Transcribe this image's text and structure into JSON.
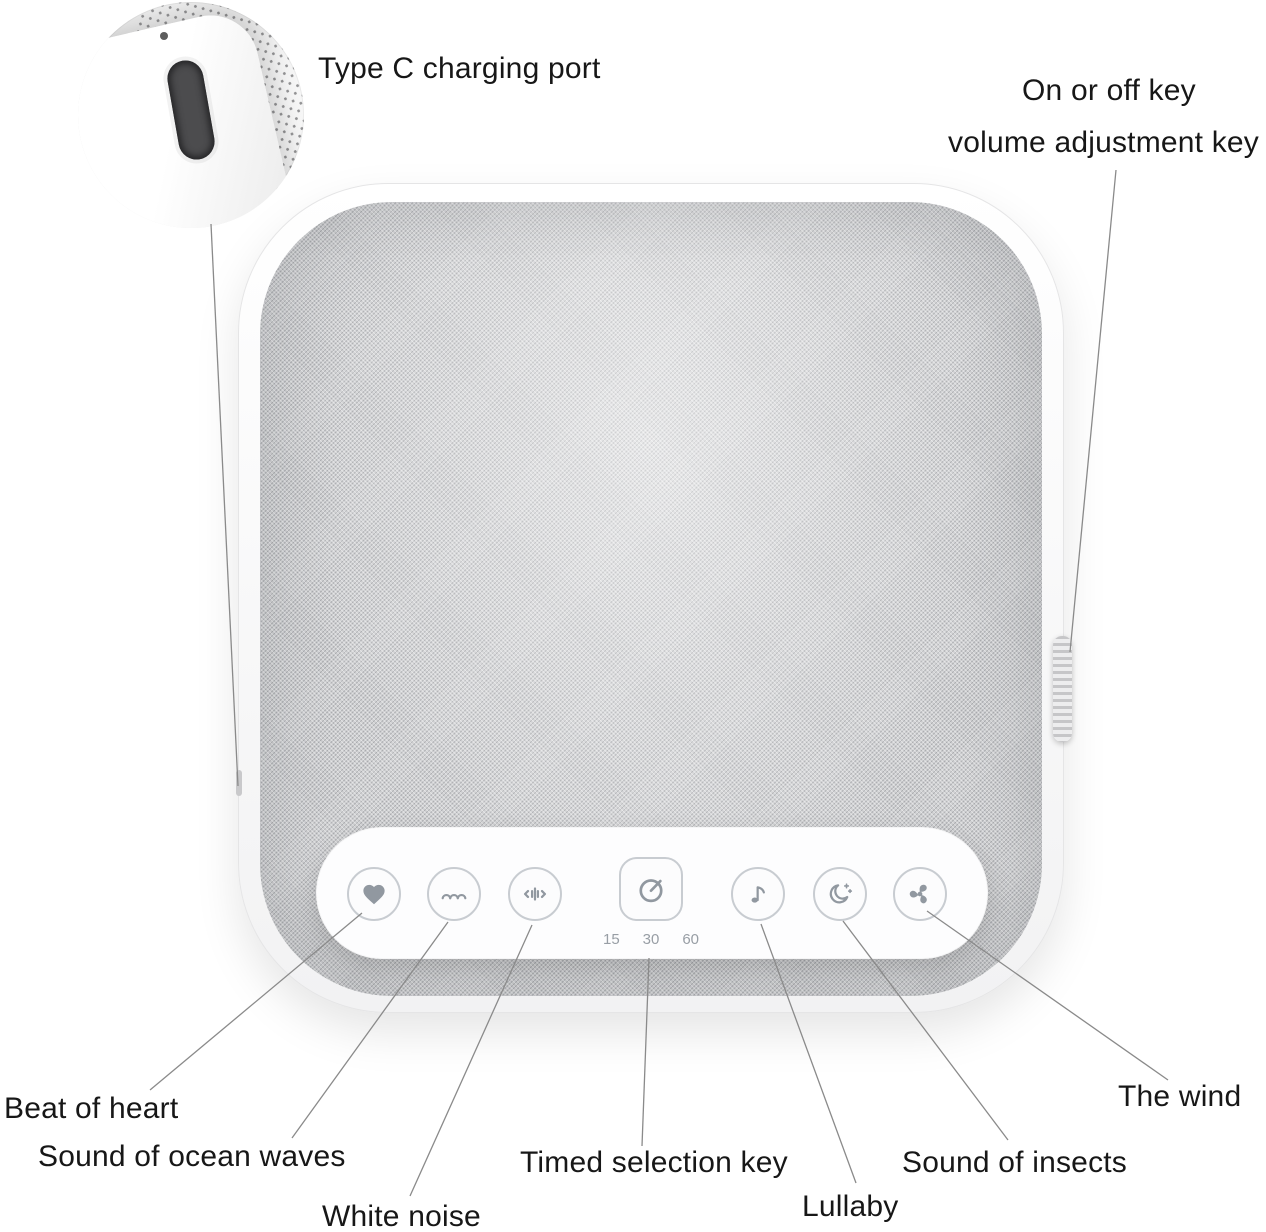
{
  "labels": {
    "type_c": "Type C charging port",
    "on_off": "On or off key",
    "volume": "volume adjustment key",
    "heart": "Beat of heart",
    "ocean": "Sound of ocean waves",
    "white_noise": "White noise",
    "timer": "Timed selection key",
    "lullaby": "Lullaby",
    "insects": "Sound of insects",
    "wind": "The wind"
  },
  "panel": {
    "timer_options": [
      "15",
      "30",
      "60"
    ]
  },
  "icons": {
    "heartbeat": "heart-icon",
    "ocean_waves": "waves-icon",
    "white_noise": "sound-bars-icon",
    "timer": "timer-dial-icon",
    "lullaby": "music-note-icon",
    "insects": "crescent-moon-stars-icon",
    "wind": "fan-icon"
  },
  "colors": {
    "label_text": "#171717",
    "callout_line": "#8a8a8a",
    "icon": "#9198a0",
    "fabric": "#cfd0d2",
    "usbc_slot": "#4c4c4e"
  }
}
